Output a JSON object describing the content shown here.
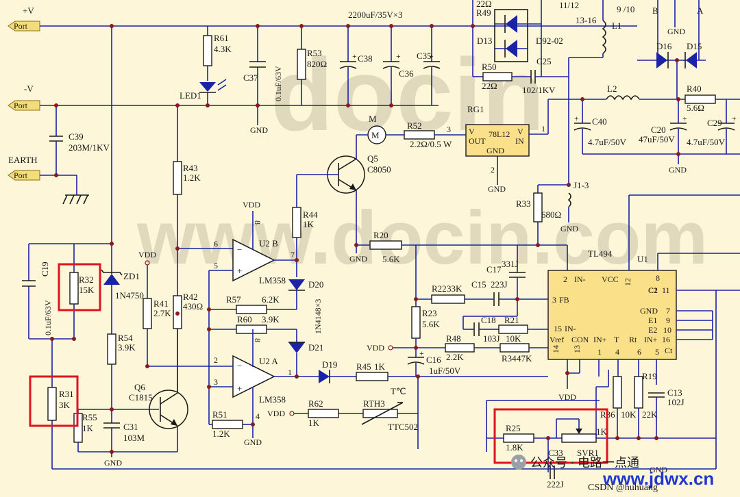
{
  "rails": {
    "pos": "+V",
    "neg": "-V",
    "earth": "EARTH",
    "port": "Port",
    "cap_bank": "2200uF/35V×3"
  },
  "parts": {
    "R61": {
      "ref": "R61",
      "val": "4.3K"
    },
    "LED1": {
      "ref": "LED1"
    },
    "C37": {
      "ref": "C37",
      "val": "0.1uF/63V"
    },
    "R53": {
      "ref": "R53",
      "val": "820Ω"
    },
    "C38": {
      "ref": "C38"
    },
    "C36": {
      "ref": "C36"
    },
    "C35": {
      "ref": "C35"
    },
    "R49": {
      "ref": "R49",
      "val": "22Ω"
    },
    "D13": {
      "ref": "D13"
    },
    "D9202": {
      "ref": "D92-02"
    },
    "R50": {
      "ref": "R50",
      "val": "22Ω"
    },
    "C25": {
      "ref": "C25",
      "val": "102/1KV"
    },
    "L1": {
      "ref": "L1",
      "pins_a": "11/12",
      "pins_b": "13-16",
      "pins_c": "9 /10"
    },
    "D16": {
      "ref": "D16"
    },
    "D15": {
      "ref": "D15"
    },
    "L2": {
      "ref": "L2"
    },
    "R40": {
      "ref": "R40",
      "val": "5.6Ω"
    },
    "C40": {
      "ref": "C40",
      "val": "4.7uF/50V"
    },
    "C20": {
      "ref": "C20",
      "val": "47uF/50V"
    },
    "C29": {
      "ref": "C29",
      "val": "4.7uF/50V"
    },
    "RG1": {
      "ref": "RG1",
      "ic": "78L12",
      "out": "OUT",
      "in": "IN",
      "gnd": "GND",
      "v1": "V",
      "v2": "V"
    },
    "C39": {
      "ref": "C39",
      "val": "203M/1KV"
    },
    "M": {
      "ref": "M"
    },
    "R52": {
      "ref": "R52",
      "val": "2.2Ω/0.5 W"
    },
    "Q5": {
      "ref": "Q5",
      "val": "C8050"
    },
    "R43": {
      "ref": "R43",
      "val": "1.2K"
    },
    "R44": {
      "ref": "R44",
      "val": "1K"
    },
    "U2B": {
      "ref": "U2 B",
      "val": "LM358"
    },
    "U2A": {
      "ref": "U2 A",
      "val": "LM358"
    },
    "R33": {
      "ref": "R33",
      "val": "680Ω"
    },
    "J13": {
      "ref": "J1-3"
    },
    "R20": {
      "ref": "R20",
      "val": "5.6K"
    },
    "C19": {
      "ref": "C19",
      "val": "0.1uF/63V"
    },
    "R32": {
      "ref": "R32",
      "val": "15K"
    },
    "ZD1": {
      "ref": "ZD1",
      "val": "1N4750"
    },
    "R41": {
      "ref": "R41",
      "val": "2.7K"
    },
    "R42": {
      "ref": "R42",
      "val": "430Ω"
    },
    "D20": {
      "ref": "D20"
    },
    "R57": {
      "ref": "R57",
      "val": "6.2K"
    },
    "R60": {
      "ref": "R60",
      "val": "3.9K"
    },
    "D21": {
      "ref": "D21",
      "val": "1N4148×3"
    },
    "C17": {
      "ref": "C17",
      "val": "331J"
    },
    "R22": {
      "ref": "R22",
      "val": "33K"
    },
    "C15": {
      "ref": "C15",
      "val": "223J"
    },
    "R23": {
      "ref": "R23",
      "val": "5.6K"
    },
    "C18": {
      "ref": "C18",
      "val": "103J"
    },
    "R21": {
      "ref": "R21",
      "val": "10K"
    },
    "R48": {
      "ref": "R48",
      "val": "2.2K"
    },
    "R34": {
      "ref": "R34",
      "val": "47K"
    },
    "C16": {
      "ref": "C16",
      "val": "1uF/50V"
    },
    "D19": {
      "ref": "D19"
    },
    "R45": {
      "ref": "R45",
      "val": "1K"
    },
    "R54": {
      "ref": "R54",
      "val": "3.9K"
    },
    "Q6": {
      "ref": "Q6",
      "val": "C1815"
    },
    "R31": {
      "ref": "R31",
      "val": "3K"
    },
    "R55": {
      "ref": "R55",
      "val": "1K"
    },
    "C31": {
      "ref": "C31",
      "val": "103M"
    },
    "R51": {
      "ref": "R51",
      "val": "1.2K"
    },
    "R62": {
      "ref": "R62",
      "val": "1K"
    },
    "RTH3": {
      "ref": "RTH3",
      "val": "TTC502",
      "temp": "T℃"
    },
    "R25": {
      "ref": "R25",
      "val": "1.8K"
    },
    "SVR1": {
      "ref": "SVR1",
      "val": "1K"
    },
    "C33": {
      "ref": "C33",
      "val": "222J"
    },
    "R36": {
      "ref": "R36",
      "val": "10K"
    },
    "R19": {
      "ref": "R19",
      "val": "22K"
    },
    "C13": {
      "ref": "C13",
      "val": "102J"
    }
  },
  "ic": {
    "ref": "U1",
    "name": "TL494",
    "pins": {
      "in_minus": "IN-",
      "vcc": "VCC",
      "c1": "C1",
      "c2": "C2",
      "fb": "FB",
      "gnd": "GND",
      "e1": "E1",
      "e2": "E2",
      "in_minus2": "IN-",
      "in_plus2": "IN+",
      "vref": "Vref",
      "con": "CON",
      "in_plus": "IN+",
      "t": "T",
      "rt": "Rt",
      "ct": "Ct"
    },
    "nums": {
      "p2": "2",
      "p12": "12",
      "p8": "8",
      "p11": "11",
      "p3": "3",
      "p7": "7",
      "p9": "9",
      "p10": "10",
      "p15": "15",
      "p16": "16",
      "p14": "14",
      "p13": "13",
      "p1": "1",
      "p4": "4",
      "p6": "6",
      "p5": "5"
    }
  },
  "nets": {
    "gnd": "GND",
    "vdd": "VDD",
    "a": "A",
    "b": "B"
  },
  "op_pins": {
    "p6": "6",
    "p5": "5",
    "p7": "7",
    "p8a": "8",
    "p4a": "4",
    "p2": "2",
    "p3": "3",
    "p1": "1",
    "p8b": "8"
  },
  "pin_misc": {
    "r52_pin": "3",
    "reg_pin1": "1",
    "reg_pin2": "2"
  },
  "overlay": {
    "watermark": "docin",
    "watermark2": "www.docin.com",
    "wechat": "公众号 · 电路一点通",
    "site": "www.jdwx.cn",
    "csdn": "CSDN @huhuang"
  }
}
